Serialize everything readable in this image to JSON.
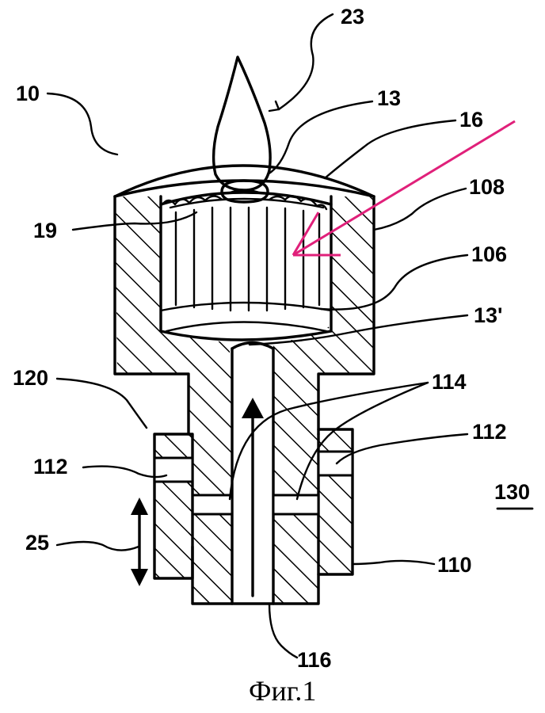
{
  "caption": "Фиг.1",
  "labels": {
    "l10": "10",
    "l23": "23",
    "l13": "13",
    "l16": "16",
    "l108": "108",
    "l19": "19",
    "l106": "106",
    "l13p": "13'",
    "l120": "120",
    "l114": "114",
    "l112a": "112",
    "l112b": "112",
    "l130": "130",
    "l25": "25",
    "l110": "110",
    "l116": "116"
  },
  "colors": {
    "line": "#000000",
    "arrow_accent": "#e0207a"
  }
}
